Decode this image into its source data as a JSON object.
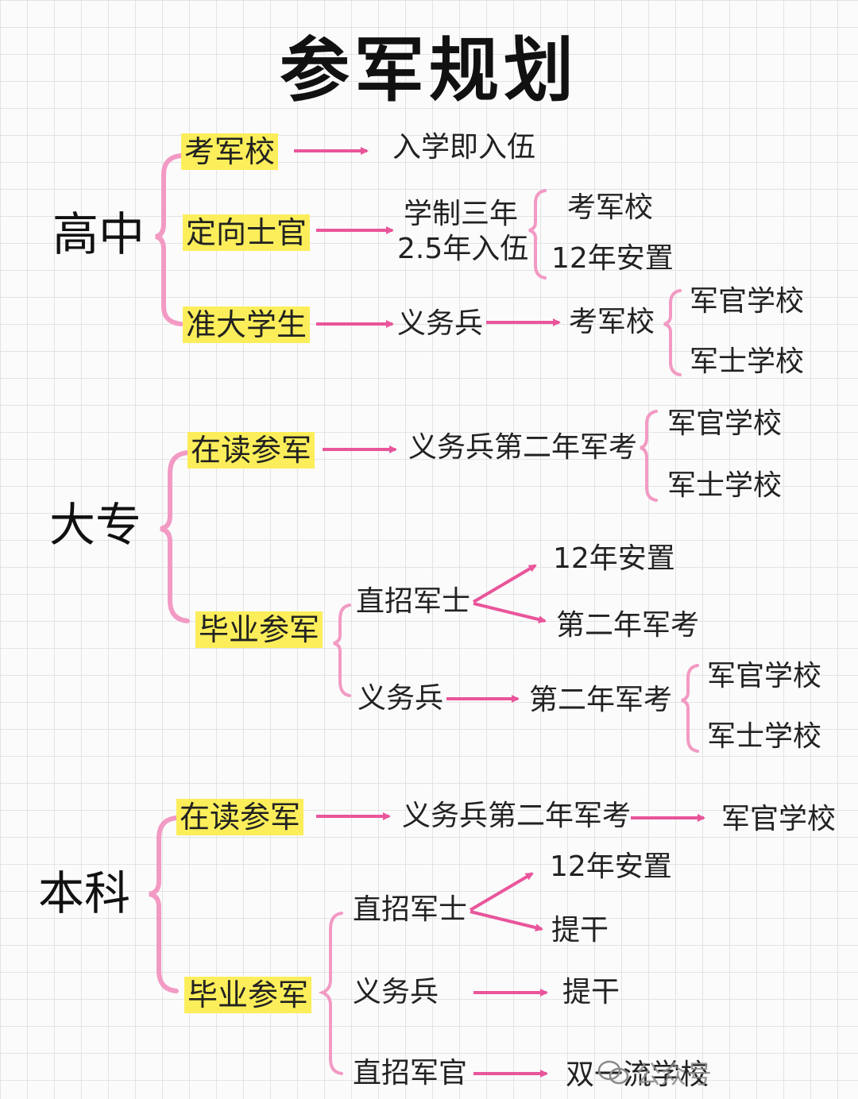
{
  "title": "参军规划",
  "gaozhong": {
    "label": "高中",
    "kaojunxiao": "考军校",
    "kaojunxiao_result": "入学即入伍",
    "dingxiang": "定向士官",
    "dingxiang_line1": "学制三年",
    "dingxiang_line2": "2.5年入伍",
    "dingxiang_opt1": "考军校",
    "dingxiang_opt2": "12年安置",
    "zhun": "准大学生",
    "zhun_step1": "义务兵",
    "zhun_step2": "考军校",
    "zhun_opt1": "军官学校",
    "zhun_opt2": "军士学校"
  },
  "dazhuan": {
    "label": "大专",
    "zaidu": "在读参军",
    "zaidu_step": "义务兵第二年军考",
    "zaidu_opt1": "军官学校",
    "zaidu_opt2": "军士学校",
    "biye": "毕业参军",
    "zhizhao": "直招军士",
    "zhizhao_opt1": "12年安置",
    "zhizhao_opt2": "第二年军考",
    "yiwubing": "义务兵",
    "yiwubing_step": "第二年军考",
    "yiwubing_opt1": "军官学校",
    "yiwubing_opt2": "军士学校"
  },
  "benke": {
    "label": "本科",
    "zaidu": "在读参军",
    "zaidu_step": "义务兵第二年军考",
    "zaidu_result": "军官学校",
    "biye": "毕业参军",
    "zhizhao_shi": "直招军士",
    "zhizhao_shi_opt1": "12年安置",
    "zhizhao_shi_opt2": "提干",
    "yiwubing": "义务兵",
    "yiwubing_result": "提干",
    "zhizhao_guan": "直招军官",
    "zhizhao_guan_result": "双一流学校"
  },
  "watermark": "公众号",
  "colors": {
    "accent": "#e9559b",
    "brace": "#f29ac4",
    "highlight": "#fbee5a"
  }
}
